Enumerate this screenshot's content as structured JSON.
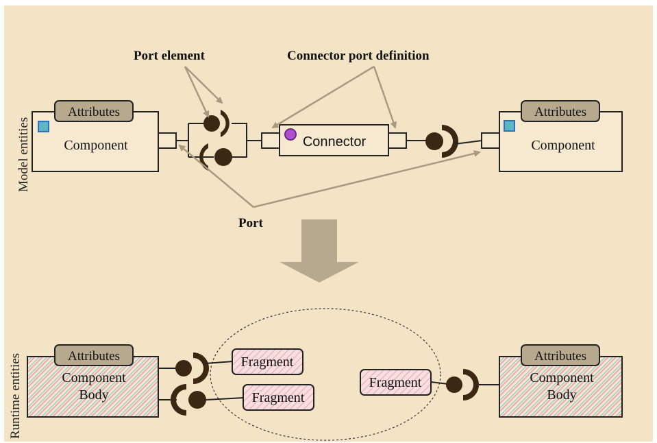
{
  "side_labels": {
    "model": "Model entities",
    "runtime": "Runtime entities"
  },
  "callouts": {
    "port_element": "Port element",
    "connector_port_definition": "Connector port definition",
    "port": "Port"
  },
  "model": {
    "left_component": {
      "attributes": "Attributes",
      "label": "Component"
    },
    "connector": {
      "label": "Connector"
    },
    "right_component": {
      "attributes": "Attributes",
      "label": "Component"
    }
  },
  "runtime": {
    "left_component": {
      "attributes": "Attributes",
      "label_line1": "Component",
      "label_line2": "Body"
    },
    "fragments": [
      "Fragment",
      "Fragment",
      "Fragment"
    ],
    "right_component": {
      "attributes": "Attributes",
      "label_line1": "Component",
      "label_line2": "Body"
    }
  },
  "colors": {
    "background": "#f4e4c6",
    "attributes_fill": "#b6a98d",
    "port_element": "#3a2812",
    "arrow": "#a89a7f",
    "hatch_a": "#a8d0c8",
    "hatch_b": "#e6aeb8",
    "fragment_fill": "#f3cfd3",
    "marker_blue": "#5bb7c3",
    "marker_purple": "#b04fd2"
  }
}
